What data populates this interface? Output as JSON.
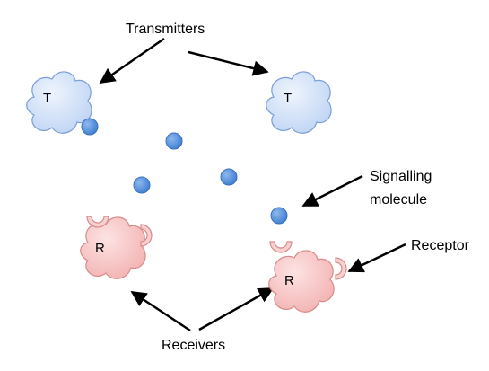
{
  "labels": {
    "transmitters": "Transmitters",
    "signalling_line1": "Signalling",
    "signalling_line2": "molecule",
    "receptor": "Receptor",
    "receivers": "Receivers"
  },
  "cells": {
    "transmitter_letter": "T",
    "receiver_letter": "R"
  },
  "colors": {
    "transmitter_fill": "#dbe8fb",
    "transmitter_stroke": "#7a9fd6",
    "receiver_fill": "#f7c9c9",
    "receiver_stroke": "#d98a8a",
    "molecule": "#4f8edc",
    "arrow": "#000000"
  }
}
